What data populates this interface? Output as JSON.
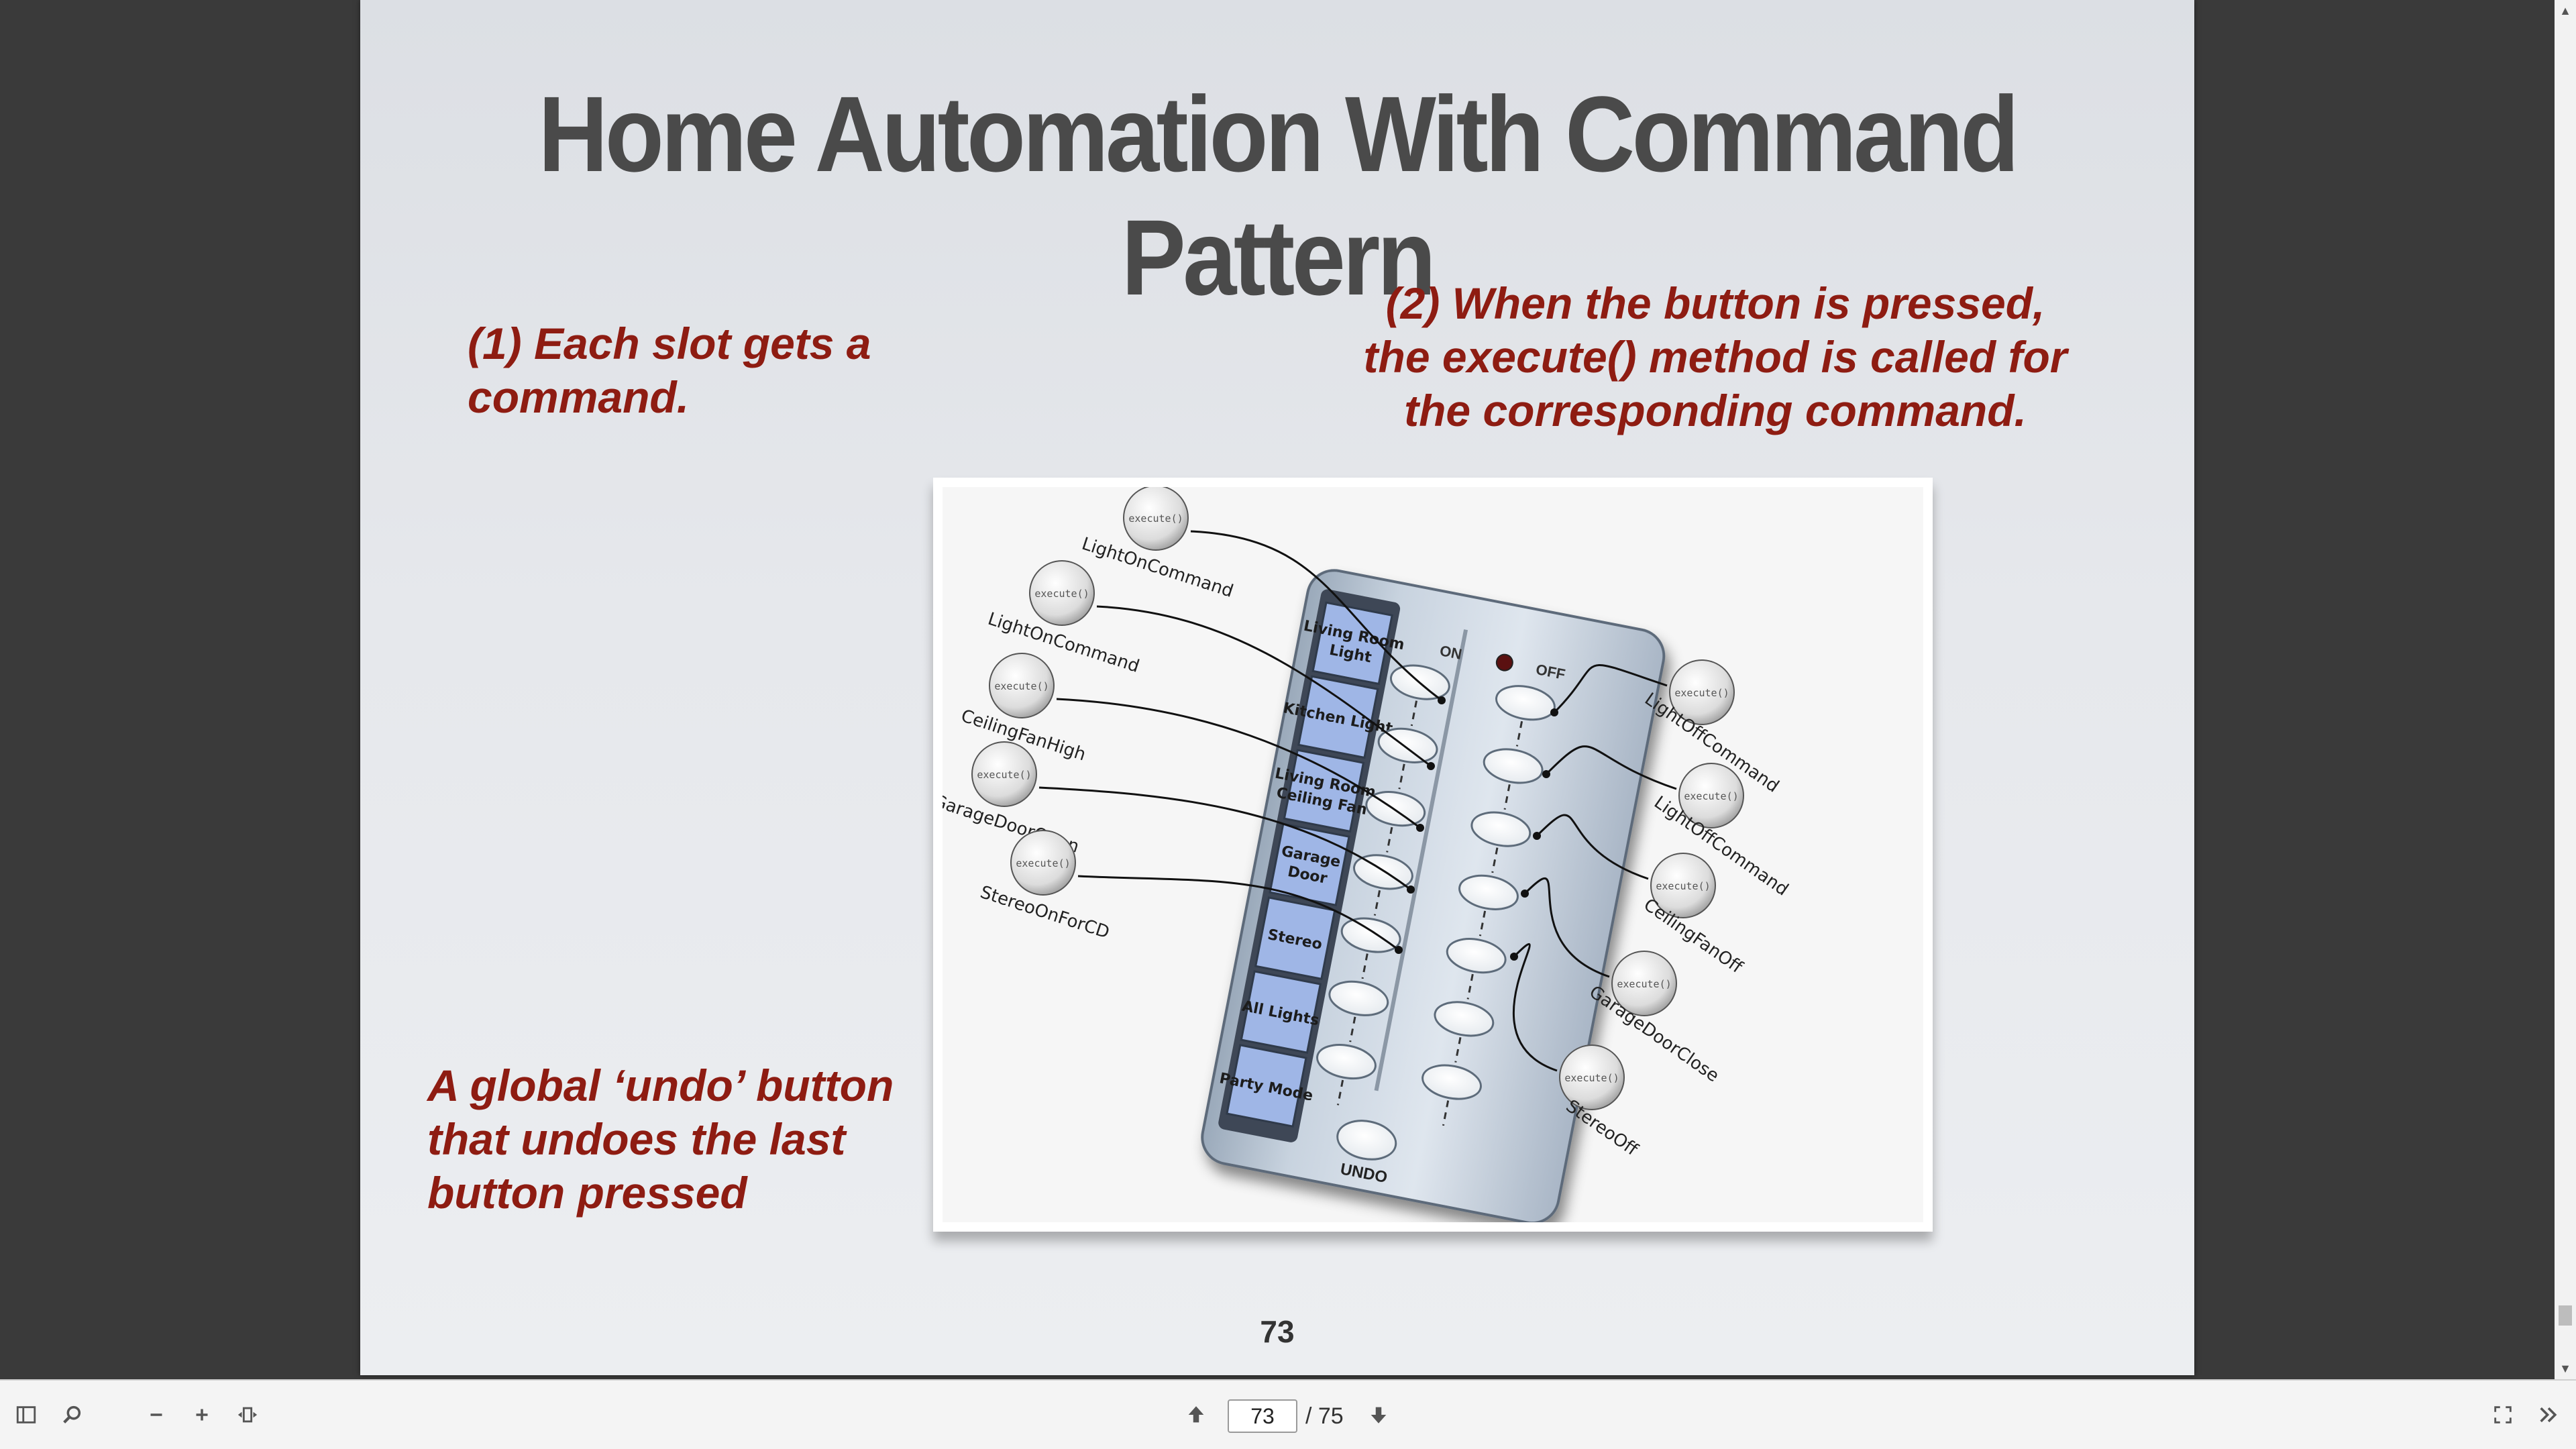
{
  "slide": {
    "title": "Home Automation With Command Pattern",
    "note_slot": "(1) Each slot gets a command.",
    "note_execute": "(2) When the button is pressed,\nthe execute() method is called for\nthe corresponding command.",
    "note_undo": "A global ‘undo’ button\nthat undoes the last\nbutton pressed",
    "page_number": "73"
  },
  "figure": {
    "execute_label": "execute()",
    "on_label": "ON",
    "off_label": "OFF",
    "undo_label": "UNDO",
    "slots": [
      "Living Room\nLight",
      "Kitchen Light",
      "Living Room\nCeiling Fan",
      "Garage\nDoor",
      "Stereo",
      "All Lights",
      "Party Mode"
    ],
    "left_commands": [
      "LightOnCommand",
      "LightOnCommand",
      "CeilingFanHigh",
      "GarageDoorOpen",
      "StereoOnForCD"
    ],
    "right_commands": [
      "LightOffCommand",
      "LightOffCommand",
      "CeilingFanOff",
      "GarageDoorClose",
      "StereoOff"
    ]
  },
  "toolbar": {
    "sidebar_icon": "sidebar-toggle-icon",
    "search_icon": "search-icon",
    "zoom_out_icon": "minus-icon",
    "zoom_in_icon": "plus-icon",
    "fit_icon": "fit-width-icon",
    "prev_icon": "arrow-up-icon",
    "next_icon": "arrow-down-icon",
    "fullscreen_icon": "fullscreen-icon",
    "more_icon": "double-chevron-icon",
    "current_page": "73",
    "total_pages": "/ 75"
  },
  "colors": {
    "note": "#8e1c12",
    "title": "#4a4a4a",
    "remote": "#b9c6d6",
    "slot_label": "#9fb6e6"
  }
}
